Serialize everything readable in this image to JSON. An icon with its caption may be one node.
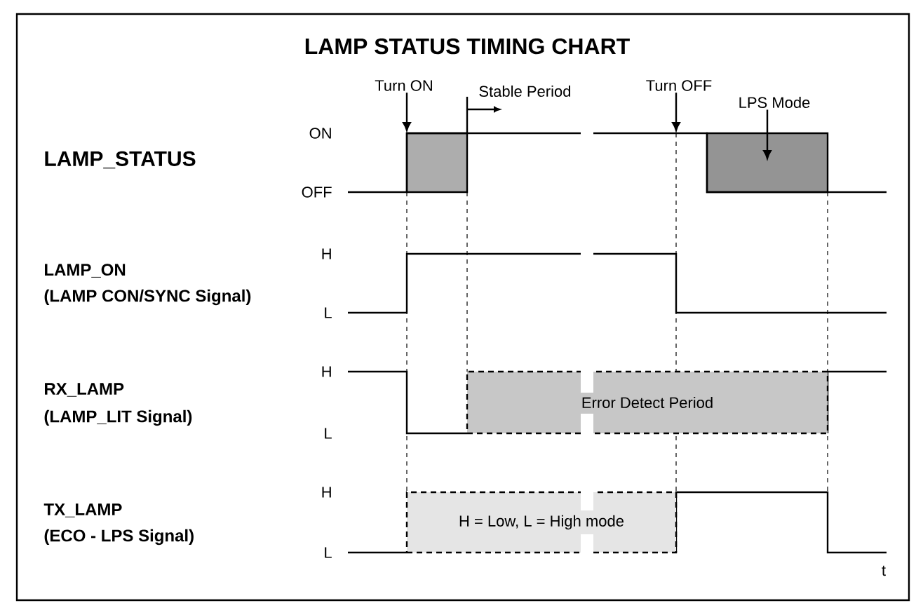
{
  "diagram": {
    "title": "LAMP STATUS TIMING CHART",
    "nodes": [
      {
        "text": [
          "Turn ON"
        ]
      },
      {
        "text": [
          "Turn OFF"
        ]
      },
      {
        "text": [
          "LPS Mode"
        ]
      },
      {
        "text": [
          "Error Detect Period"
        ]
      },
      {
        "text": [
          "H = Low, L = High mode"
        ]
      }
    ],
    "edges": [
      {
        "from": 0,
        "to": null,
        "arrow": "to"
      },
      {
        "from": 1,
        "to": null,
        "arrow": "to"
      },
      {
        "from": 2,
        "to": null,
        "arrow": "to"
      }
    ],
    "labels": [
      "Stable Period",
      "ON",
      "LAMP_STATUS",
      "OFF",
      "H",
      "LAMP_ON",
      "(LAMP CON/SYNC Signal)",
      "L",
      "H",
      "RX_LAMP",
      "(LAMP_LIT Signal)",
      "L",
      "H",
      "TX_LAMP",
      "(ECO - LPS Signal)",
      "L",
      "t"
    ]
  }
}
